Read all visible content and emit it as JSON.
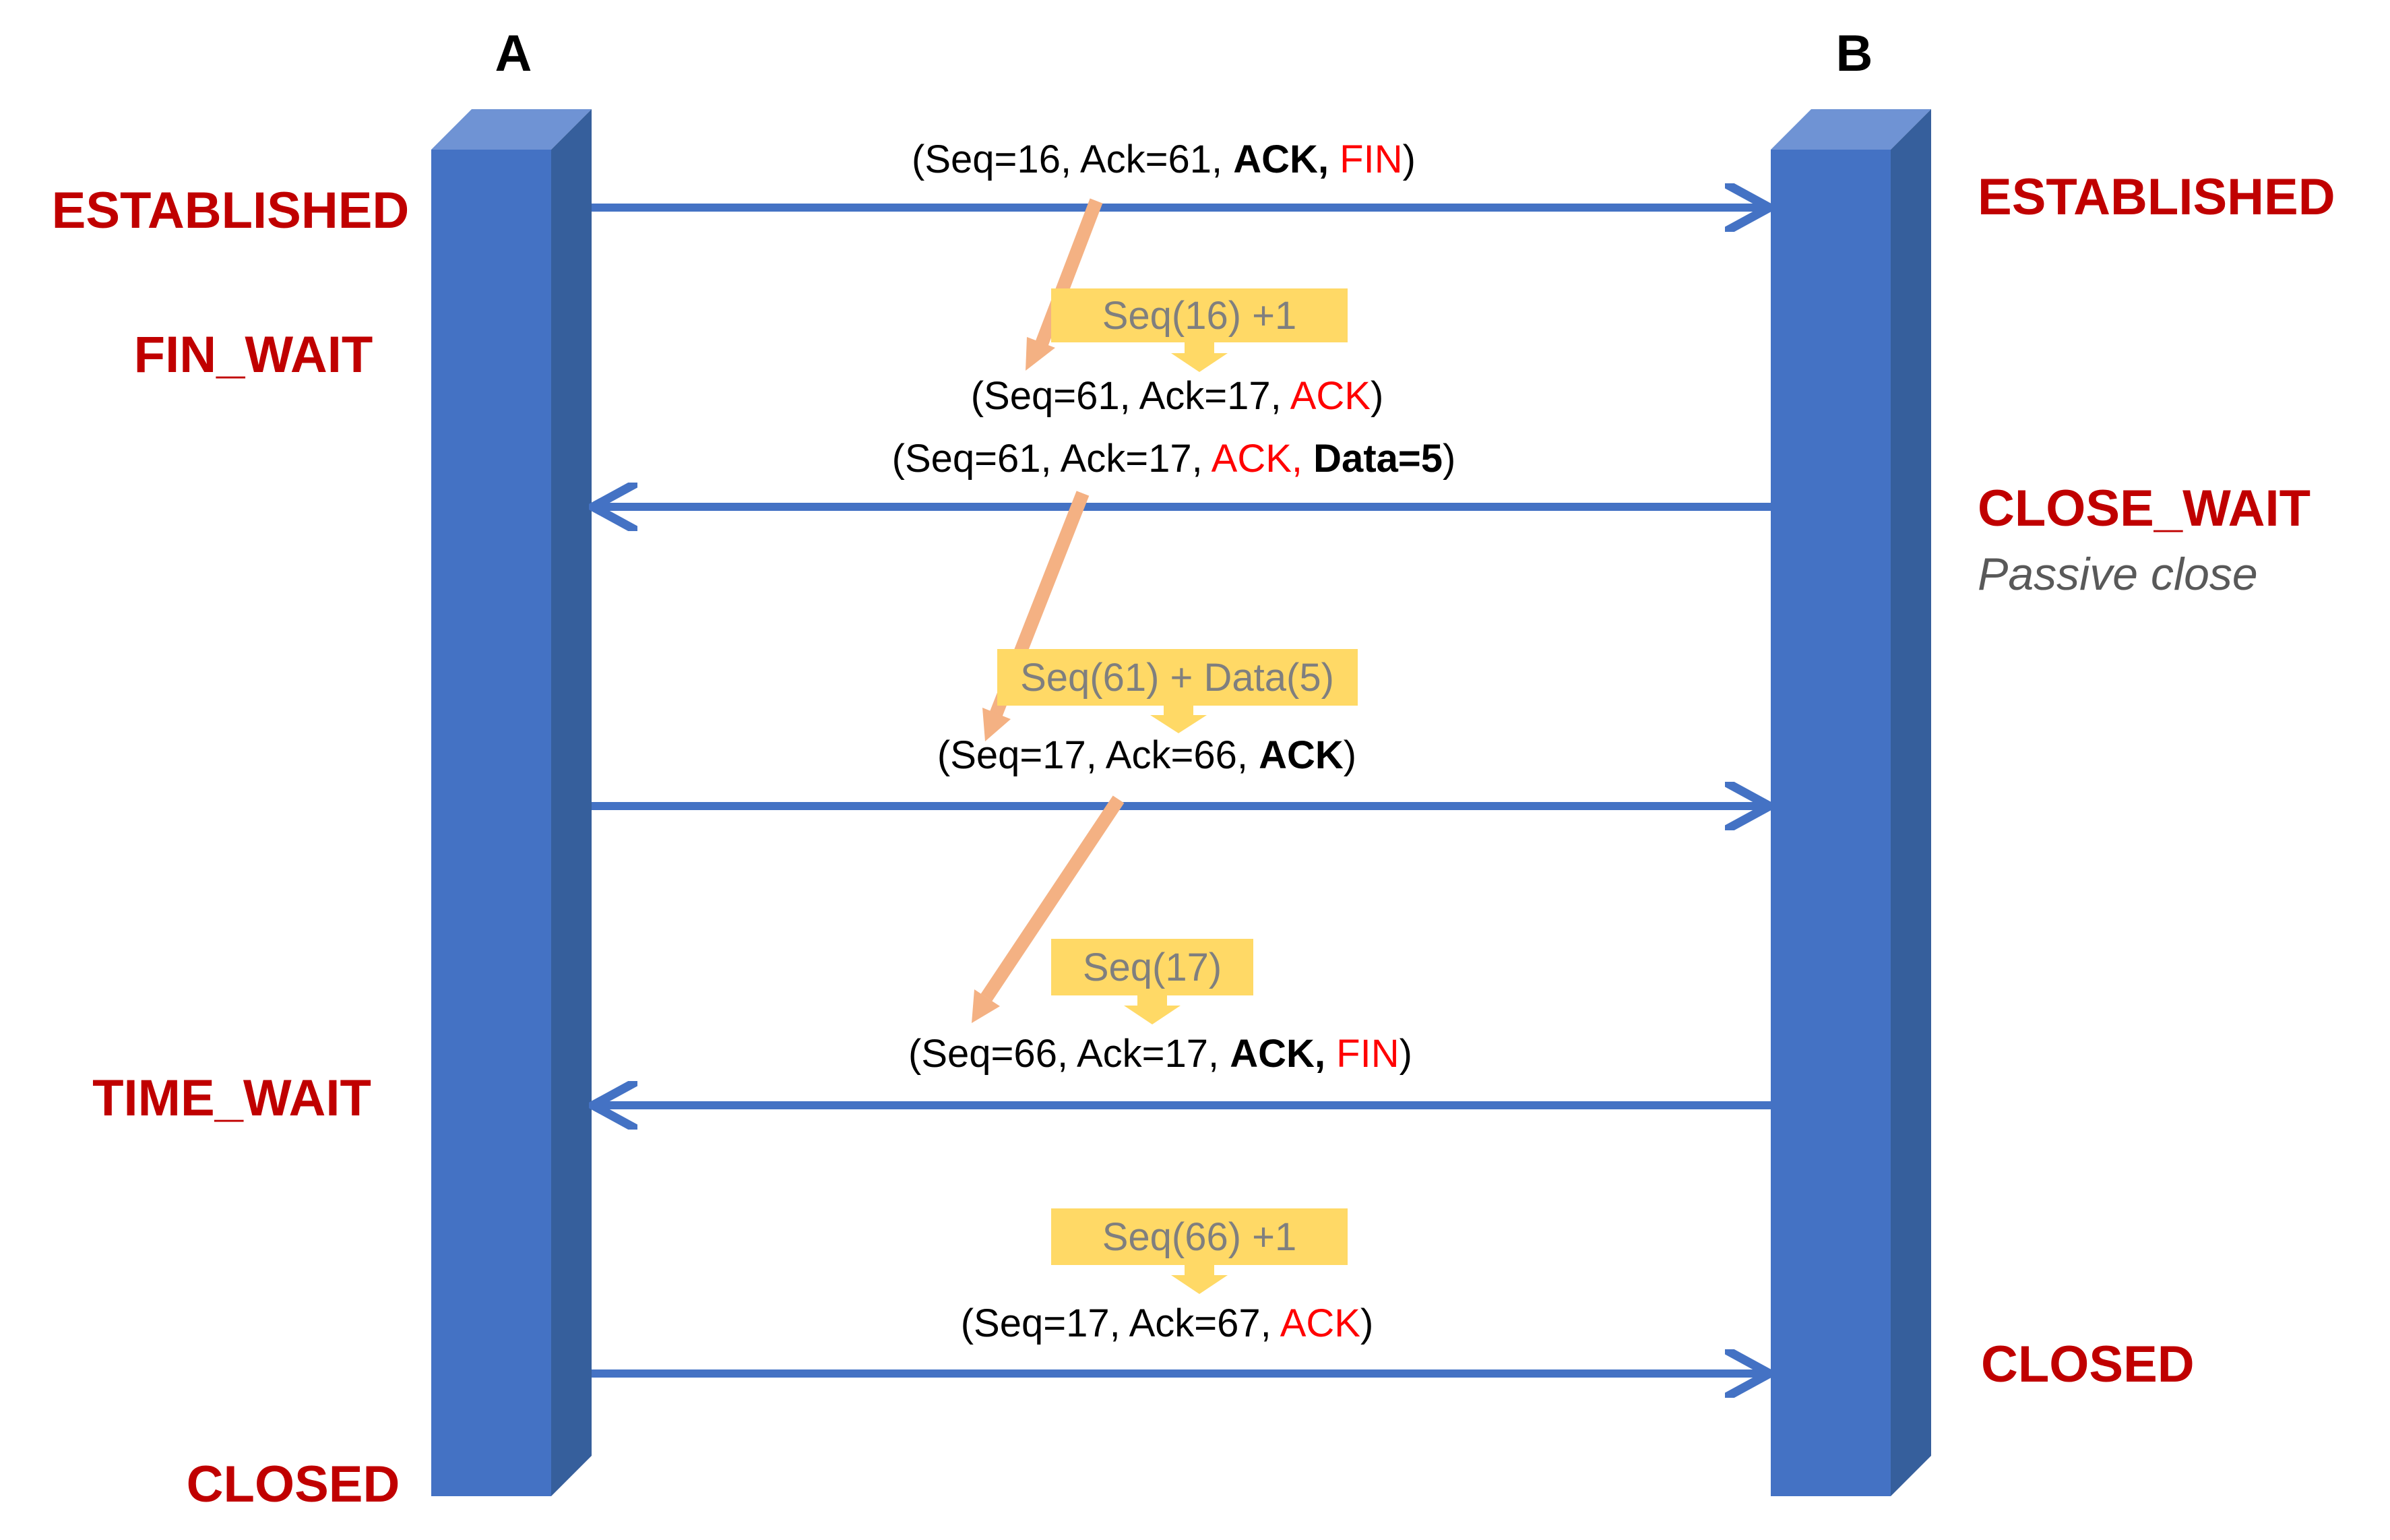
{
  "hosts": {
    "a": "A",
    "b": "B"
  },
  "states_a": {
    "established": "ESTABLISHED",
    "fin_wait": "FIN_WAIT",
    "time_wait": "TIME_WAIT",
    "closed": "CLOSED"
  },
  "states_b": {
    "established": "ESTABLISHED",
    "close_wait": "CLOSE_WAIT",
    "passive_close": "Passive close",
    "closed": "CLOSED"
  },
  "messages": [
    {
      "direction": "A_to_B",
      "parts": [
        {
          "text": "(Seq=16, Ack=61, "
        },
        {
          "text": "ACK, ",
          "bold": true
        },
        {
          "text": "FIN",
          "red": true
        },
        {
          "text": ")"
        }
      ]
    },
    {
      "direction": "B_to_A",
      "header_parts": [
        {
          "text": "(Seq=61, Ack=17, "
        },
        {
          "text": "ACK",
          "red": true
        },
        {
          "text": ")"
        }
      ],
      "parts": [
        {
          "text": "(Seq=61, Ack=17, "
        },
        {
          "text": "ACK, ",
          "red": true
        },
        {
          "text": "Data=5",
          "bold": true
        },
        {
          "text": ")"
        }
      ]
    },
    {
      "direction": "A_to_B",
      "parts": [
        {
          "text": "(Seq=17, Ack=66, "
        },
        {
          "text": "ACK",
          "bold": true
        },
        {
          "text": ")"
        }
      ]
    },
    {
      "direction": "B_to_A",
      "parts": [
        {
          "text": "(Seq=66, Ack=17, "
        },
        {
          "text": "ACK, ",
          "bold": true
        },
        {
          "text": "FIN",
          "red": true
        },
        {
          "text": ")"
        }
      ]
    },
    {
      "direction": "A_to_B",
      "parts": [
        {
          "text": "(Seq=17, Ack=67, "
        },
        {
          "text": "ACK",
          "red": true
        },
        {
          "text": ")"
        }
      ]
    }
  ],
  "calculations": [
    "Seq(16) +1",
    "Seq(61) + Data(5)",
    "Seq(17)",
    "Seq(66) +1"
  ],
  "colors": {
    "pillar_front": "#4472c4",
    "pillar_side": "#365f9c",
    "pillar_top": "#6f93d4",
    "arrow": "#4472c4",
    "state_text": "#c00000",
    "highlight_red": "#ff0000",
    "calc_box": "#ffd966",
    "calc_text": "#7f7f7f",
    "derivation_arrow": "#f4b183"
  }
}
